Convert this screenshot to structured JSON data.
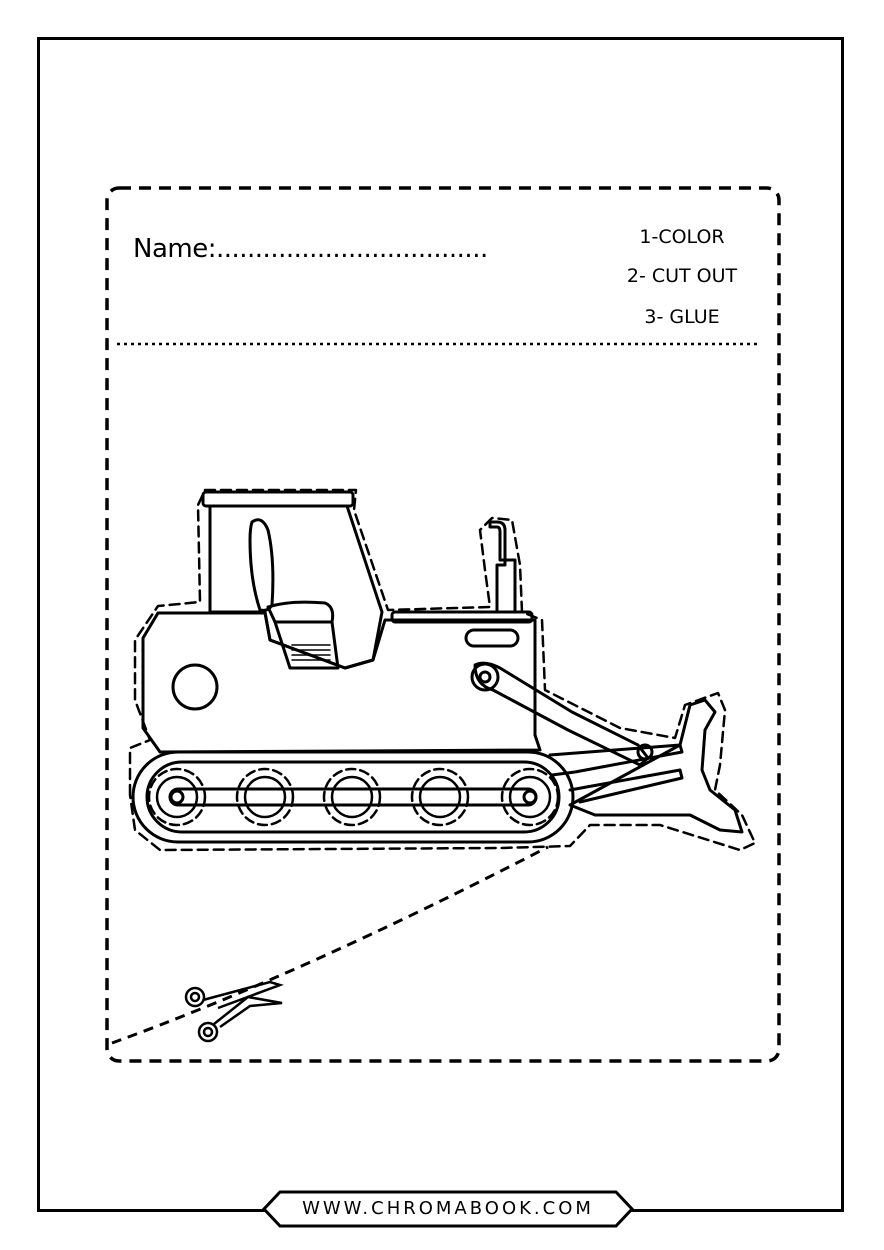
{
  "worksheet": {
    "name_label": "Name:...................................",
    "steps": [
      "1-COLOR",
      "2- CUT OUT",
      "3- GLUE"
    ],
    "subject_icon": "bulldozer-icon",
    "cut_icon": "scissors-icon"
  },
  "footer": {
    "url": "WWW.CHROMABOOK.COM"
  }
}
